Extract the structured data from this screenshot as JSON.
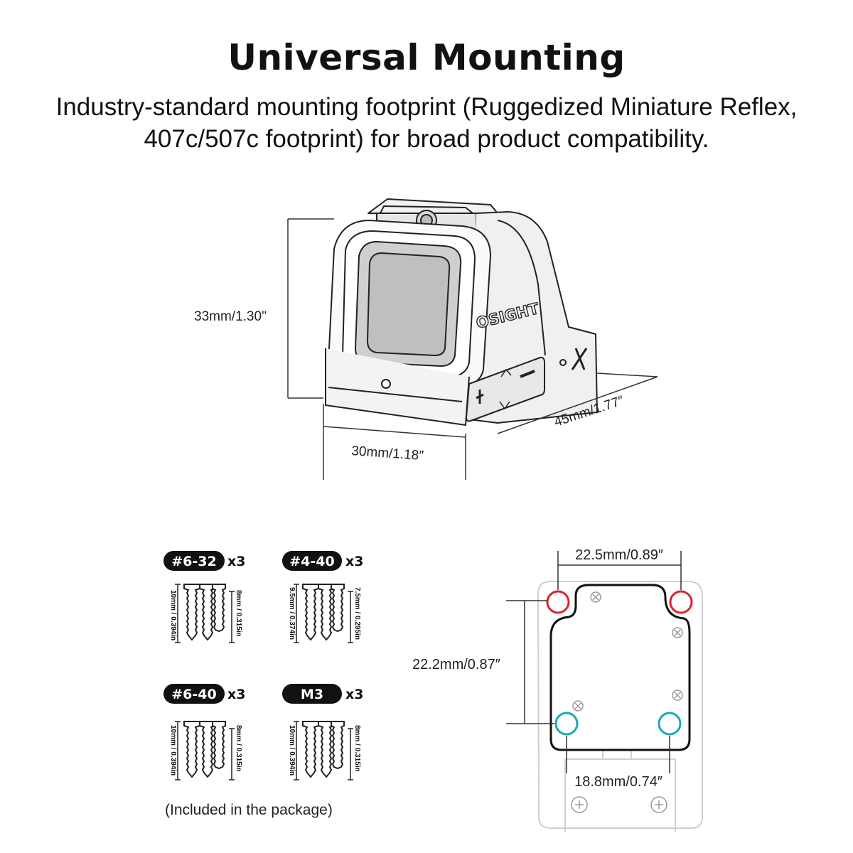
{
  "header": {
    "title": "Universal Mounting",
    "subtitle_line1": "Industry-standard mounting footprint (Ruggedized Miniature Reflex,",
    "subtitle_line2": "407c/507c footprint) for broad product compatibility."
  },
  "sight": {
    "brand": "OSIGHT",
    "height_label": "33mm/1.30''",
    "width_label": "30mm/1.18″",
    "length_label": "45mm/1.77″"
  },
  "screws": [
    {
      "name": "#6-32",
      "qty": "x3",
      "long": "10mm / 0.394in",
      "short": "8mm / 0.315in"
    },
    {
      "name": "#4-40",
      "qty": "x3",
      "long": "9.5mm / 0.374in",
      "short": "7.5mm / 0.295in"
    },
    {
      "name": "#6-40",
      "qty": "x3",
      "long": "10mm / 0.394in",
      "short": "8mm / 0.315in"
    },
    {
      "name": "M3",
      "qty": "x3",
      "long": "10mm / 0.394in",
      "short": "8mm / 0.315in"
    }
  ],
  "package_note": "(Included in the package)",
  "footprint": {
    "top_spacing": "22.5mm/0.89″",
    "vertical_spacing": "22.2mm/0.87″",
    "bottom_spacing": "18.8mm/0.74″",
    "colors": {
      "top_holes": "#d9232e",
      "bottom_holes": "#1aa9b8"
    }
  }
}
